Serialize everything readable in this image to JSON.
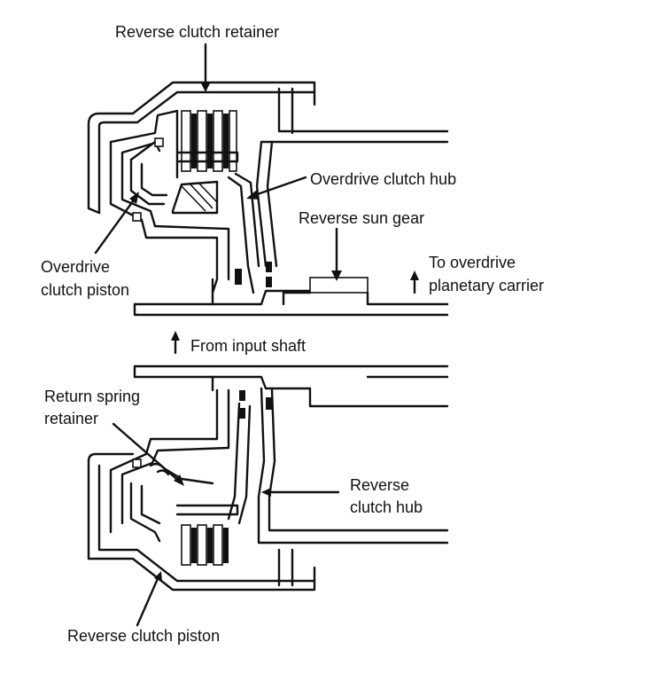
{
  "labels": {
    "reverse_clutch_retainer": "Reverse clutch retainer",
    "overdrive_clutch_hub": "Overdrive clutch hub",
    "reverse_sun_gear": "Reverse sun gear",
    "to_overdrive_line1": "To overdrive",
    "to_overdrive_line2": "planetary carrier",
    "overdrive_piston_line1": "Overdrive",
    "overdrive_piston_line2": "clutch piston",
    "from_input_shaft": "From input shaft",
    "return_spring_line1": "Return spring",
    "return_spring_line2": "retainer",
    "reverse_hub_line1": "Reverse",
    "reverse_hub_line2": "clutch hub",
    "reverse_clutch_piston": "Reverse clutch piston"
  },
  "colors": {
    "ink": "#111111",
    "background": "#ffffff"
  }
}
